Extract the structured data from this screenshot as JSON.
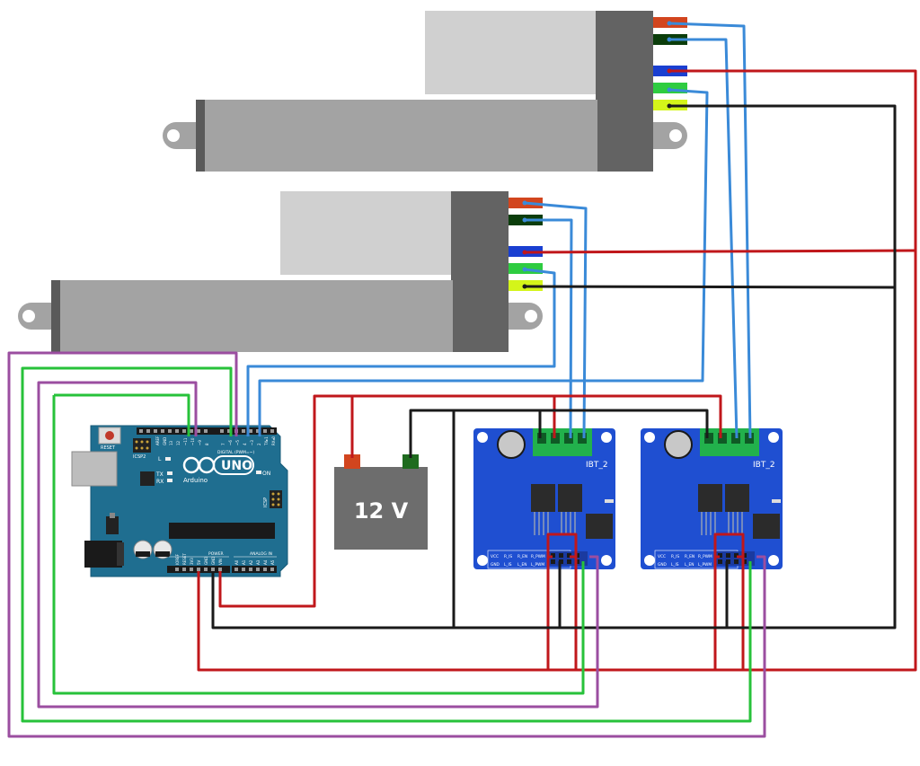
{
  "battery": {
    "label": "12 V",
    "body_color": "#6d6d6d",
    "pos_terminal": "#d2451e",
    "neg_terminal": "#1f6b1f"
  },
  "arduino": {
    "board_color": "#1f6e90",
    "logo_text": "UNO",
    "brand_text": "Arduino",
    "reset_label": "RESET",
    "icsp2_label": "ICSP2",
    "icsp_label": "ICSP",
    "on_label": "ON",
    "tx_label": "TX",
    "rx_label": "RX",
    "l_label": "L",
    "digital_label": "DIGITAL (PWM=~)",
    "power_label": "POWER",
    "analog_label": "ANALOG IN",
    "aref_label": "AREF",
    "gnd_label": "GND",
    "ioref_label": "IOREF",
    "reset_pin_label": "RESET",
    "v33_label": "3V3",
    "v5_label": "5V",
    "vin_label": "VIN",
    "analog_pins": [
      "A0",
      "A1",
      "A2",
      "A3",
      "A4",
      "A5"
    ],
    "digital_pins": [
      "13",
      "12",
      "~11",
      "~10",
      "~9",
      "8",
      "7",
      "~6",
      "~5",
      "4",
      "~3",
      "2",
      "TX▸1",
      "RX◂0"
    ]
  },
  "drivers": [
    {
      "label": "IBT_2",
      "pins_row1": [
        "VCC",
        "R_IS",
        "R_EN",
        "R_PWM"
      ],
      "pins_row2": [
        "GND",
        "L_IS",
        "L_EN",
        "L_PWM"
      ],
      "board_color": "#1f4fd1"
    },
    {
      "label": "IBT_2",
      "pins_row1": [
        "VCC",
        "R_IS",
        "R_EN",
        "R_PWM"
      ],
      "pins_row2": [
        "GND",
        "L_IS",
        "L_EN",
        "L_PWM"
      ],
      "board_color": "#1f4fd1"
    }
  ],
  "actuators": [
    {
      "name": "actuator-top",
      "wire_colors": [
        "#d2451e",
        "#0b3d0b",
        "#1a3fd1",
        "#2ecc40",
        "#d4f51a"
      ]
    },
    {
      "name": "actuator-bottom",
      "wire_colors": [
        "#d2451e",
        "#0b3d0b",
        "#1a3fd1",
        "#2ecc40",
        "#d4f51a"
      ]
    }
  ],
  "wire_colors": {
    "red": "#c0171b",
    "black": "#1a1a1a",
    "blue": "#3a8ad8",
    "green": "#27c23a",
    "purple": "#9b4ea0"
  }
}
